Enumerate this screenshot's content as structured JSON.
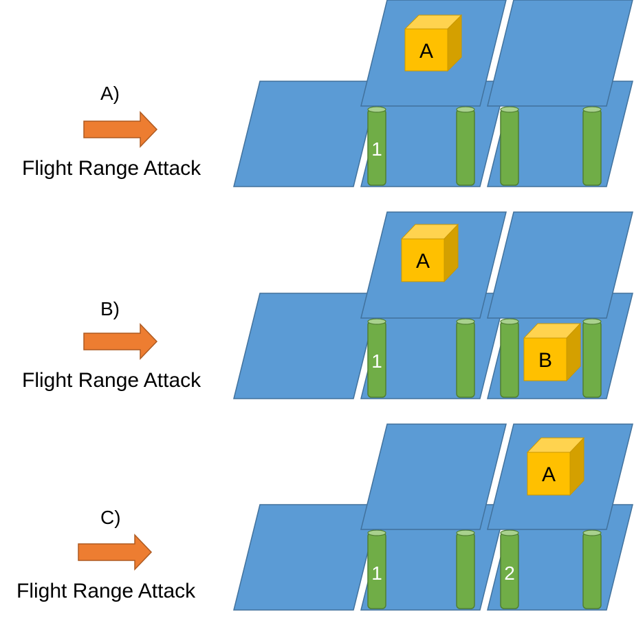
{
  "colors": {
    "tile_fill": "#5B9BD5",
    "tile_stroke": "#41719C",
    "pillar_fill": "#70AD47",
    "pillar_top": "#A9D18E",
    "pillar_stroke": "#507E32",
    "box_front": "#FFC000",
    "box_top": "#FFD34F",
    "box_side": "#D4A000",
    "arrow_fill": "#ED7D31",
    "arrow_stroke": "#AE5A21"
  },
  "panels": [
    {
      "label": "A)",
      "attack_text": "Flight Range Attack",
      "pillar_labels": [
        "1",
        "",
        "",
        ""
      ],
      "top_boxes": [
        {
          "label": "A",
          "slot": 1
        }
      ],
      "ground_boxes": []
    },
    {
      "label": "B)",
      "attack_text": "Flight Range Attack",
      "pillar_labels": [
        "1",
        "",
        "",
        ""
      ],
      "top_boxes": [
        {
          "label": "A",
          "slot": 1
        }
      ],
      "ground_boxes": [
        {
          "label": "B",
          "slot": 2
        }
      ]
    },
    {
      "label": "C)",
      "attack_text": "Flight Range Attack",
      "pillar_labels": [
        "1",
        "",
        "2",
        ""
      ],
      "top_boxes": [
        {
          "label": "A",
          "slot": 2
        }
      ],
      "ground_boxes": []
    }
  ]
}
